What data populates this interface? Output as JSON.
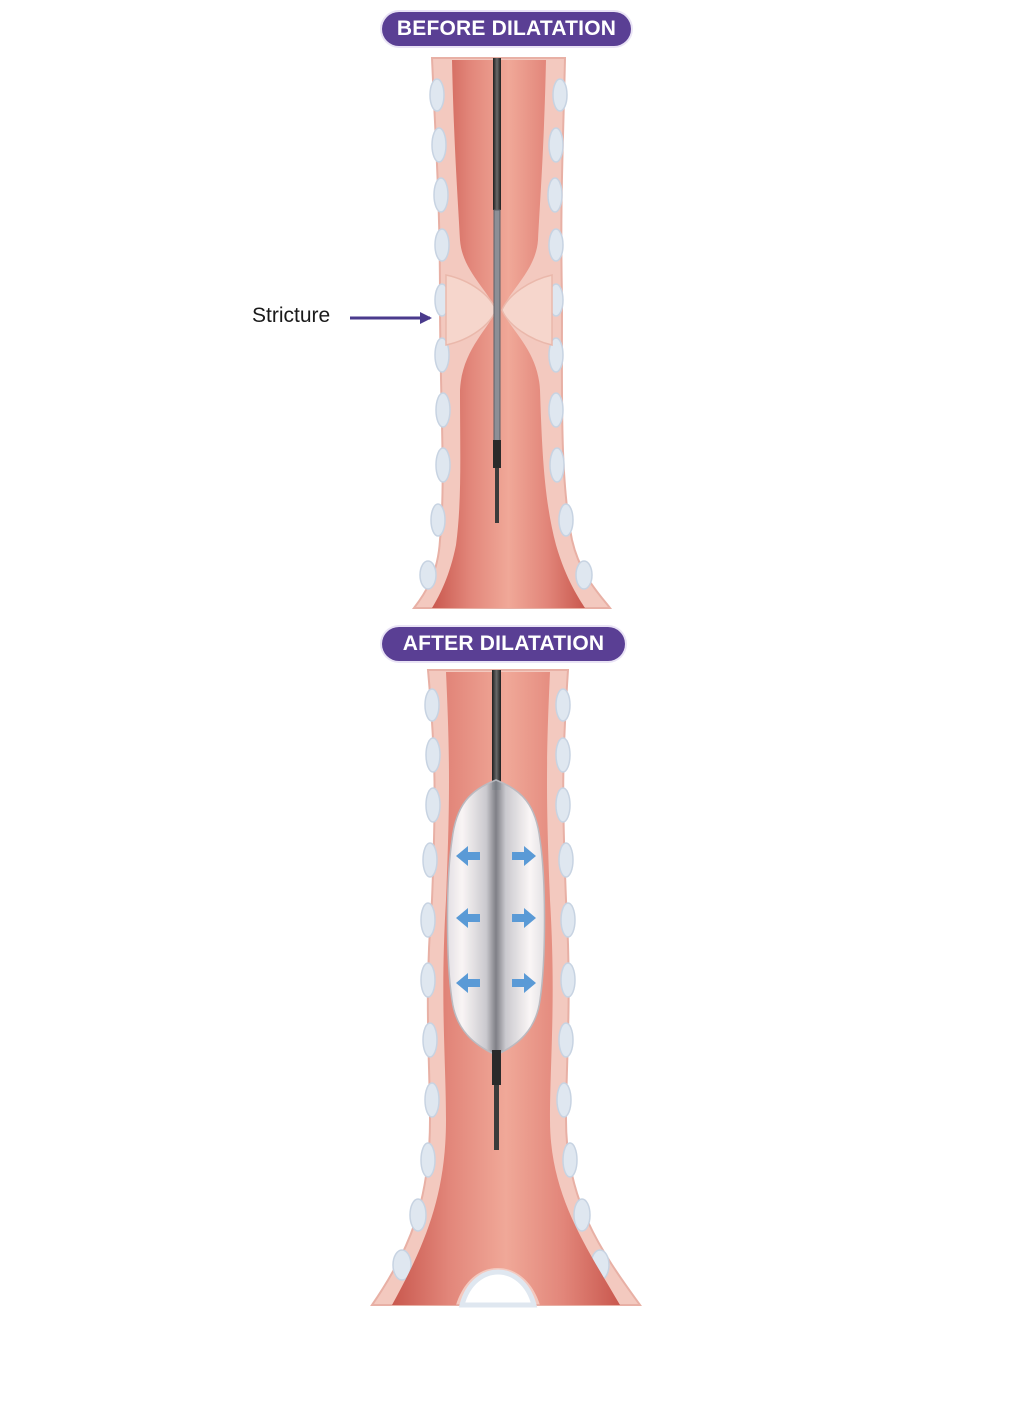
{
  "panels": {
    "before": {
      "label": "BEFORE DILATATION"
    },
    "after": {
      "label": "AFTER DILATATION"
    }
  },
  "annotations": {
    "stricture": {
      "text": "Stricture"
    }
  },
  "colors": {
    "label_pill": "#5a3f94",
    "callout_arrow": "#4a3a8c",
    "tissue": "#e2867a",
    "tissue_dark": "#c9584e",
    "outer_wall": "#f3c9bf",
    "fat_cells": "#dfe7f0",
    "balloon": "#f3f4f6",
    "catheter": "#3b3b3b",
    "expansion_arrows": "#5a9ad6"
  },
  "icons": {
    "expansion_arrows": "blue-arrow-icon",
    "callout": "purple-arrow-icon"
  }
}
